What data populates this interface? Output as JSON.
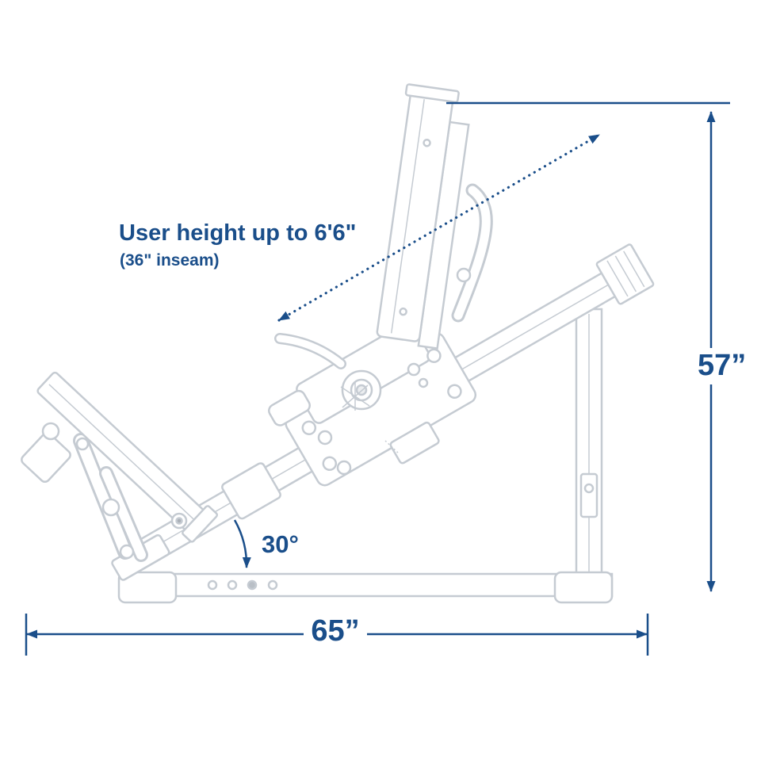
{
  "labels": {
    "user_height": "User height up to 6'6\"",
    "inseam": "(36\" inseam)",
    "angle": "30°",
    "height": "57”",
    "width": "65”"
  },
  "colors": {
    "annotation_navy": "#1a4e8a",
    "machine_line_gray": "#c5cbd2",
    "background": "#ffffff"
  },
  "icons": {
    "user_height_arrow": "dotted-diagonal-double-arrow",
    "height_dimension": "vertical-double-arrow",
    "width_dimension": "horizontal-double-arrow",
    "angle_indicator": "arc-arrow"
  }
}
